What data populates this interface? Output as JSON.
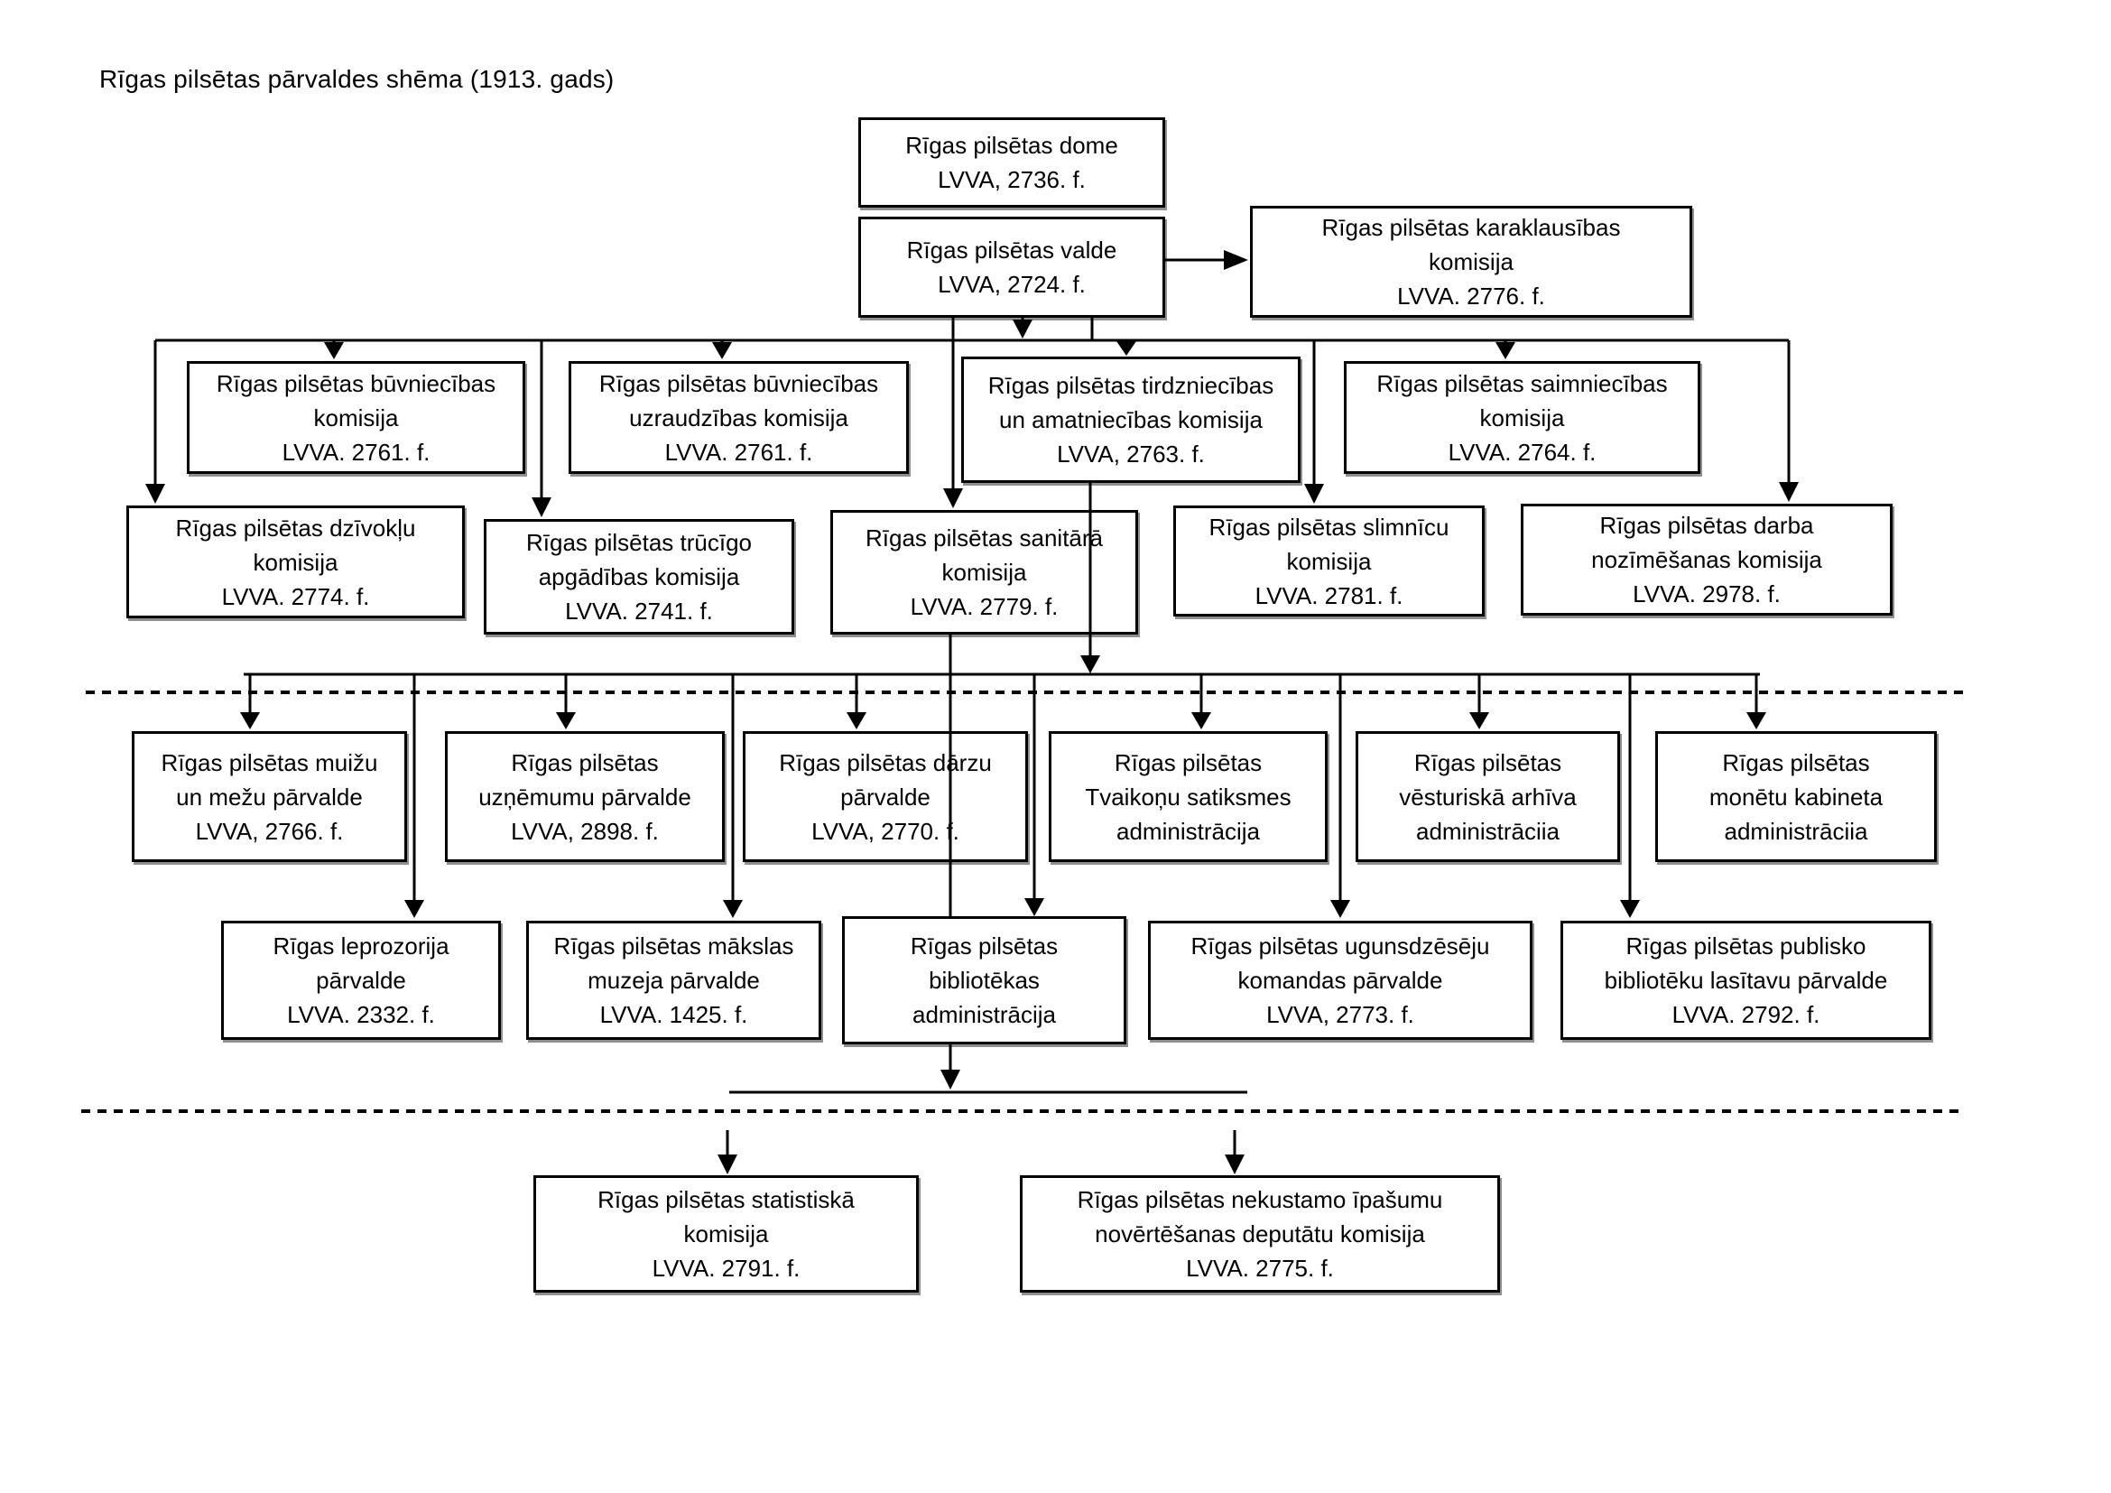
{
  "title": "Rīgas pilsētas pārvaldes shēma (1913. gads)",
  "colors": {
    "line": "#000000",
    "box_border": "#000000",
    "background": "#ffffff",
    "text": "#000000"
  },
  "nodes": {
    "dome": {
      "lines": [
        "Rīgas pilsētas dome",
        "LVVA, 2736. f."
      ]
    },
    "valde": {
      "lines": [
        "Rīgas pilsētas valde",
        "LVVA, 2724. f."
      ]
    },
    "karaklausibas": {
      "lines": [
        "Rīgas pilsētas karaklausības",
        "komisija",
        "LVVA. 2776. f."
      ]
    },
    "buvniecibas": {
      "lines": [
        "Rīgas pilsētas būvniecības",
        "komisija",
        "LVVA. 2761. f."
      ]
    },
    "uzraudzibas": {
      "lines": [
        "Rīgas pilsētas būvniecības",
        "uzraudzības komisija",
        "LVVA. 2761. f."
      ]
    },
    "tirdzniecibas": {
      "lines": [
        "Rīgas pilsētas tirdzniecības",
        "un amatniecības komisija",
        "LVVA, 2763. f."
      ]
    },
    "saimniecibas": {
      "lines": [
        "Rīgas pilsētas saimniecības",
        "komisija",
        "LVVA. 2764. f."
      ]
    },
    "dzivoklu": {
      "lines": [
        "Rīgas pilsētas dzīvokļu",
        "komisija",
        "LVVA. 2774. f."
      ]
    },
    "trucigo": {
      "lines": [
        "Rīgas pilsētas trūcīgo",
        "apgādības komisija",
        "LVVA. 2741. f."
      ]
    },
    "sanitara": {
      "lines": [
        "Rīgas pilsētas sanitārā",
        "komisija",
        "LVVA. 2779. f."
      ]
    },
    "slimnicu": {
      "lines": [
        "Rīgas pilsētas slimnīcu",
        "komisija",
        "LVVA. 2781. f."
      ]
    },
    "darba": {
      "lines": [
        "Rīgas pilsētas darba",
        "nozīmēšanas komisija",
        "LVVA. 2978. f."
      ]
    },
    "muizu": {
      "lines": [
        "Rīgas pilsētas muižu",
        "un mežu pārvalde",
        "LVVA, 2766. f."
      ]
    },
    "uznemumu": {
      "lines": [
        "Rīgas pilsētas",
        "uzņēmumu pārvalde",
        "LVVA, 2898. f."
      ]
    },
    "darzu": {
      "lines": [
        "Rīgas pilsētas dārzu",
        "pārvalde",
        "LVVA, 2770. f."
      ]
    },
    "tvaikonu": {
      "lines": [
        "Rīgas pilsētas",
        "Tvaikoņu satiksmes",
        "administrācija"
      ]
    },
    "vesturiska": {
      "lines": [
        "Rīgas pilsētas",
        "vēsturiskā arhīva",
        "administrāciia"
      ]
    },
    "monetu": {
      "lines": [
        "Rīgas pilsētas",
        "monētu kabineta",
        "administrāciia"
      ]
    },
    "leprozorija": {
      "lines": [
        "Rīgas leprozorija",
        "pārvalde",
        "LVVA. 2332. f."
      ]
    },
    "makslas": {
      "lines": [
        "Rīgas pilsētas mākslas",
        "muzeja pārvalde",
        "LVVA. 1425. f."
      ]
    },
    "bibliotekas": {
      "lines": [
        "Rīgas pilsētas",
        "bibliotēkas",
        "administrācija"
      ]
    },
    "ugunsdzeseju": {
      "lines": [
        "Rīgas pilsētas ugunsdzēsēju",
        "komandas pārvalde",
        "LVVA, 2773. f."
      ]
    },
    "publisko": {
      "lines": [
        "Rīgas pilsētas publisko",
        "bibliotēku lasītavu pārvalde",
        "LVVA. 2792. f."
      ]
    },
    "statistiska": {
      "lines": [
        "Rīgas pilsētas statistiskā",
        "komisija",
        "LVVA. 2791. f."
      ]
    },
    "nekustamo": {
      "lines": [
        "Rīgas pilsētas nekustamo īpašumu",
        "novērtēšanas deputātu komisija",
        "LVVA. 2775. f."
      ]
    }
  }
}
